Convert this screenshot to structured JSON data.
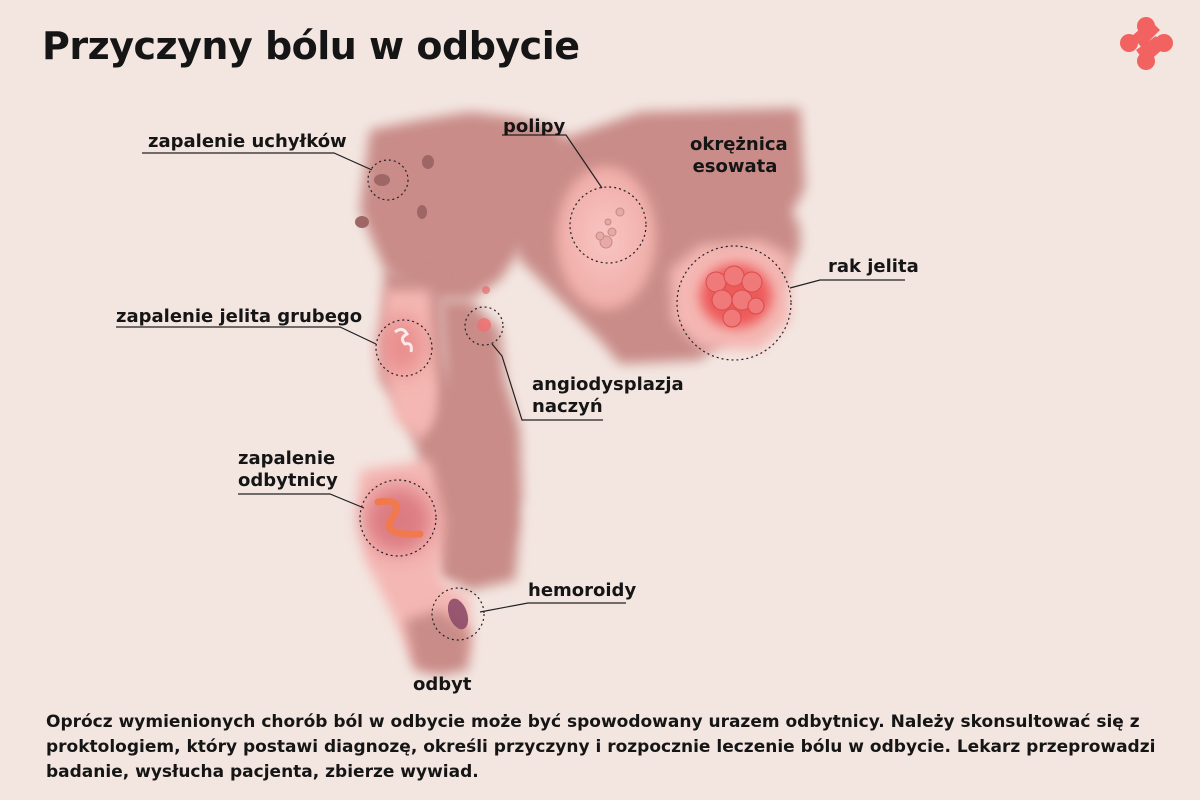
{
  "title": "Przyczyny bólu w odbycie",
  "labels": {
    "diverticulitis": "zapalenie uchyłków",
    "polyps": "polipy",
    "sigmoid_line1": "okrężnica",
    "sigmoid_line2": "esowata",
    "colon_cancer": "rak jelita",
    "colitis": "zapalenie jelita grubego",
    "angio_line1": "angiodysplazja",
    "angio_line2": "naczyń",
    "proctitis_line1": "zapalenie",
    "proctitis_line2": "odbytnicy",
    "hemorrhoids": "hemoroidy",
    "anus": "odbyt"
  },
  "footer": "Oprócz wymienionych chorób ból w odbycie może być spowodowany urazem odbytnicy. Należy skonsultować się z proktologiem, który postawi diagnozę, określi przyczyny i rozpocznie leczenie bólu w odbycie. Lekarz przeprowadzi badanie, wysłucha pacjenta, zbierze wywiad.",
  "colors": {
    "background": "#f3e6e1",
    "tissue": "#c98c88",
    "tissue_light": "#f4b7b3",
    "accent": "#f05a5a",
    "logo": "#f26260"
  }
}
